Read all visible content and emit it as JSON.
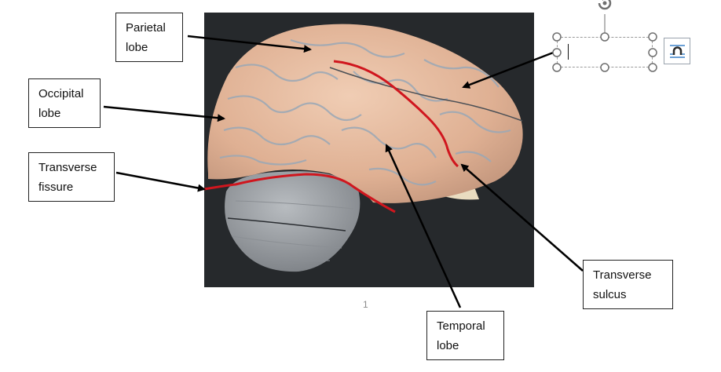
{
  "labels": {
    "parietal": [
      "Parietal",
      "lobe"
    ],
    "occipital": [
      "Occipital",
      "lobe"
    ],
    "transverse_fissure": [
      "Transverse",
      "fissure"
    ],
    "temporal": [
      "Temporal",
      "lobe"
    ],
    "transverse_sulcus": [
      "Transverse",
      "sulcus"
    ]
  },
  "page_number": "1",
  "colors": {
    "annotation_line": "#d0161e",
    "arrow": "#000000",
    "photo_background": "#26292c",
    "cerebrum": "#e4b79b",
    "cerebellum": "#9ea3a8",
    "handle_stroke": "#6f6f6f"
  },
  "icons": {
    "rotate_handle": "rotate-handle-icon",
    "layout_options": "layout-options-icon"
  }
}
